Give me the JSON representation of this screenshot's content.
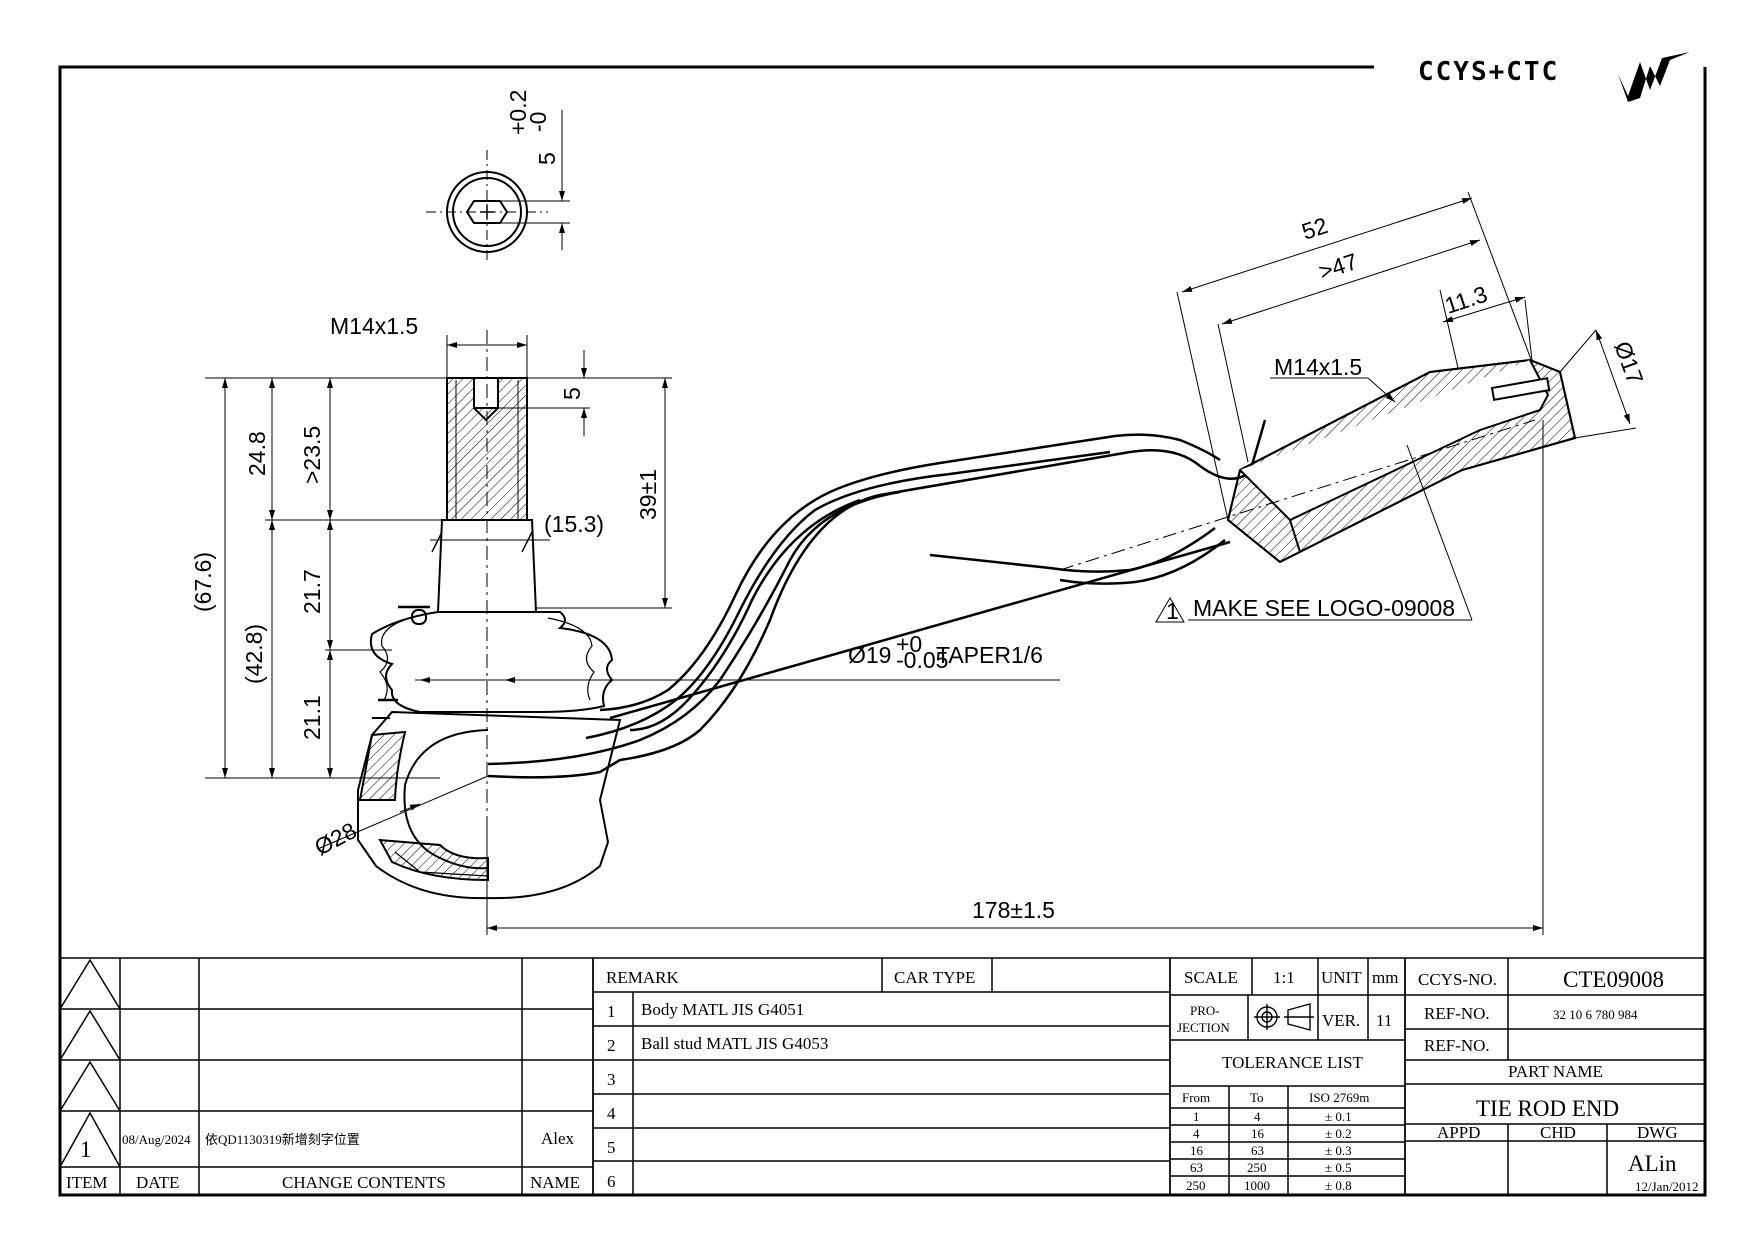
{
  "brand": {
    "text": "CCYS+CTC"
  },
  "callouts": {
    "slot_height": "5",
    "thread_left": "M14x1.5",
    "thread_right": "M14x1.5",
    "hex_depth": "5",
    "dim_24_8": "24.8",
    "dim_23_5": ">23.5",
    "dim_21_7": "21.7",
    "dim_21_1": "21.1",
    "dim_67_6": "(67.6)",
    "dim_42_8": "(42.8)",
    "dim_15_3": "(15.3)",
    "dim_39": "39±1",
    "dim_28": "Ø28",
    "dim_178": "178±1.5",
    "dim_52": "52",
    "dim_47": ">47",
    "dim_11_3": "11.3",
    "dim_17": "Ø17",
    "taper": "TAPER1/6",
    "taper_dia": "Ø19",
    "taper_tol_upper": "+0",
    "taper_tol_lower": "-0.05",
    "make_note": "MAKE SEE LOGO-09008",
    "rev_symbol": "1"
  },
  "revision": {
    "item": "1",
    "date": "08/Aug/2024",
    "change": "依QD1130319新增刻字位置",
    "name": "Alex"
  },
  "revision_headers": {
    "item": "ITEM",
    "date": "DATE",
    "change": "CHANGE CONTENTS",
    "name": "NAME"
  },
  "remark": {
    "title": "REMARK",
    "car_type": "CAR TYPE",
    "rows": [
      {
        "n": "1",
        "text": "Body MATL JIS G4051"
      },
      {
        "n": "2",
        "text": "Ball stud MATL JIS G4053"
      },
      {
        "n": "3",
        "text": ""
      },
      {
        "n": "4",
        "text": ""
      },
      {
        "n": "5",
        "text": ""
      },
      {
        "n": "6",
        "text": ""
      }
    ]
  },
  "spec": {
    "scale_label": "SCALE",
    "scale": "1:1",
    "unit_label": "UNIT",
    "unit": "mm",
    "projection_label_1": "PRO-",
    "projection_label_2": "JECTION",
    "ver_label": "VER.",
    "ver": "11",
    "tolerance_title": "TOLERANCE LIST",
    "tol_headers": [
      "From",
      "To",
      "ISO 2769m"
    ],
    "tolerances": [
      {
        "from": "1",
        "to": "4",
        "tol": "± 0.1"
      },
      {
        "from": "4",
        "to": "16",
        "tol": "± 0.2"
      },
      {
        "from": "16",
        "to": "63",
        "tol": "± 0.3"
      },
      {
        "from": "63",
        "to": "250",
        "tol": "± 0.5"
      },
      {
        "from": "250",
        "to": "1000",
        "tol": "± 0.8"
      }
    ]
  },
  "title_block": {
    "ccys_no_label": "CCYS-NO.",
    "ccys_no": "CTE09008",
    "ref_no_label": "REF-NO.",
    "ref_no": "32 10 6 780 984",
    "ref_no2_label": "REF-NO.",
    "ref_no2": "",
    "part_name_label": "PART NAME",
    "part_name": "TIE ROD END",
    "appd": "APPD",
    "chd": "CHD",
    "dwg": "DWG",
    "drawn_by": "ALin",
    "drawn_date": "12/Jan/2012"
  }
}
